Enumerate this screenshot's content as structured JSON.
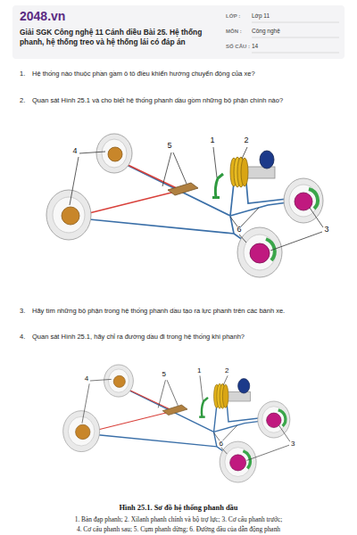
{
  "diagram": {
    "title": "Giải SGK Công nghệ 11 Cánh diều Bài 25. Hệ thống phanh, hệ thống treo và hệ thống lái có đáp án",
    "caption": "Hình 25.1. Sơ đồ hệ thống phanh dầu",
    "nodes": [
      {
        "text": [
          "2048.vn",
          "LỚP :",
          "Lớp 11",
          "MÔN :",
          "Công nghệ",
          "SỐ CÂU :",
          "14"
        ]
      }
    ],
    "labels": [
      "1.",
      "Hệ thống nào thuộc phần gầm ô tô điều khiển hướng chuyển động của xe?",
      "2.",
      "Quan sát Hình 25.1 và cho biết hệ thống phanh dầu gồm những bộ phận chính nào?",
      "4",
      "5",
      "1",
      "2",
      "3",
      "6",
      "3.",
      "Hãy tìm những bộ phận trong hệ thống phanh dầu tạo ra lực phanh trên các bánh xe.",
      "4.",
      "Quan sát Hình 25.1, hãy chỉ ra đường dầu đi trong hệ thống khi phanh?",
      "4",
      "5",
      "1",
      "2",
      "3",
      "6",
      "1. Bàn đạp phanh; 2. Xilanh phanh chính và bộ trợ lực; 3. Cơ cấu phanh trước;",
      "4. Cơ cấu phanh sau; 5. Cụm phanh dừng; 6. Đường dầu của dẫn động phanh"
    ]
  }
}
